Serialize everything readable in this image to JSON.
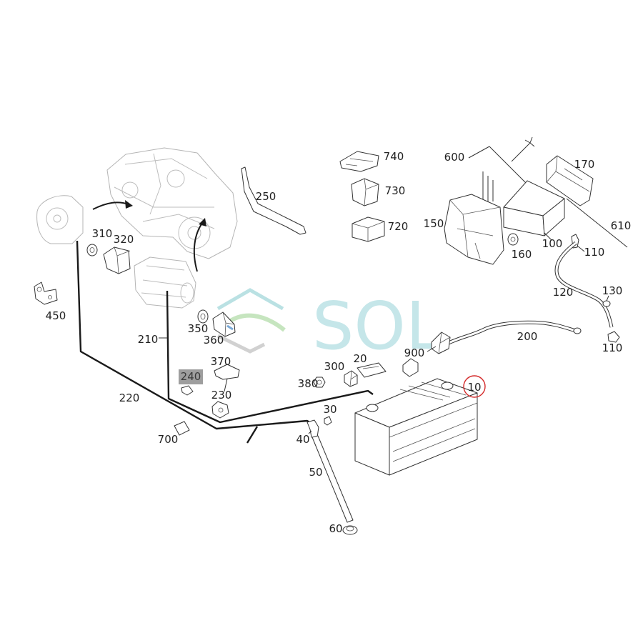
{
  "callouts": {
    "p740": "740",
    "p730": "730",
    "p720": "720",
    "p600": "600",
    "p170": "170",
    "p610": "610",
    "p150": "150",
    "p160": "160",
    "p100": "100",
    "p110a": "110",
    "p120": "120",
    "p130": "130",
    "p110b": "110",
    "p200": "200",
    "p900": "900",
    "p10": "10",
    "p250": "250",
    "p310": "310",
    "p320": "320",
    "p450": "450",
    "p350": "350",
    "p360": "360",
    "p210": "210",
    "p370": "370",
    "p240": "240",
    "p230": "230",
    "p220": "220",
    "p700": "700",
    "p300": "300",
    "p20": "20",
    "p380": "380",
    "p30": "30",
    "p40": "40",
    "p50": "50",
    "p60": "60"
  },
  "watermark": {
    "text": "SOL"
  },
  "colors": {
    "highlight_circle": "#d42a2a",
    "highlight_box": "#9e9e9e",
    "watermark": "#9fd6da",
    "line": "#1a1a1a"
  }
}
